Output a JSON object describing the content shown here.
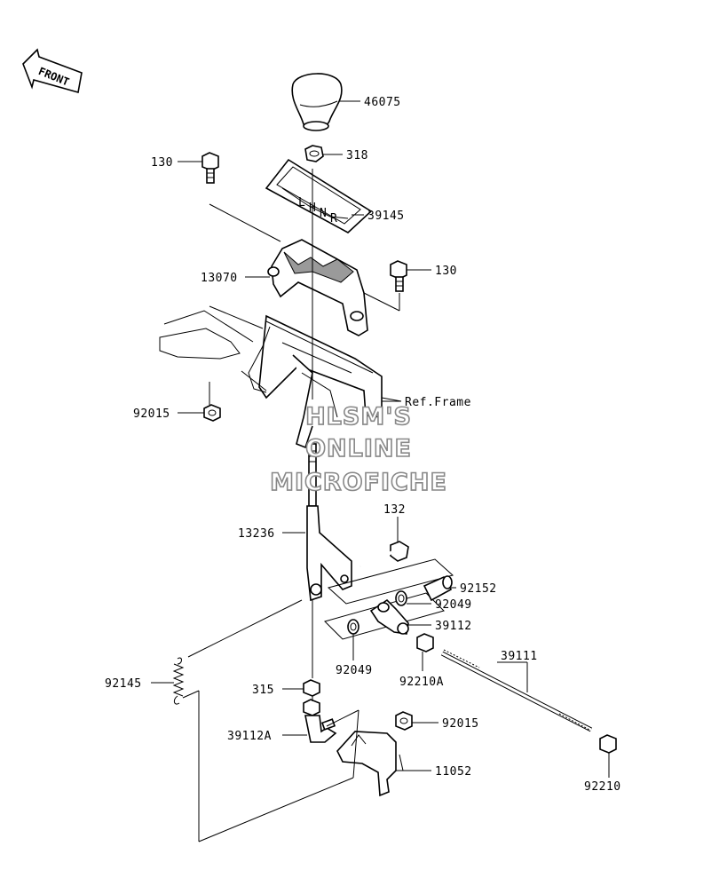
{
  "front_arrow": {
    "label": "FRONT"
  },
  "watermark": {
    "line1": "HLSM'S",
    "line2": "ONLINE",
    "line3": "MICROFICHE"
  },
  "callouts": {
    "p46075": "46075",
    "p318": "318",
    "p130a": "130",
    "p39145": "39145",
    "p13070": "13070",
    "p130b": "130",
    "p92015a": "92015",
    "ref_frame": "Ref.Frame",
    "p132": "132",
    "p13236": "13236",
    "p92152": "92152",
    "p92049a": "92049",
    "p39112": "39112",
    "p92049b": "92049",
    "p92210A": "92210A",
    "p39111": "39111",
    "p92145": "92145",
    "p315": "315",
    "p39112A": "39112A",
    "p92015b": "92015",
    "p11052": "11052",
    "p92210": "92210"
  },
  "gate_letters": [
    "L",
    "H",
    "N",
    "R"
  ]
}
